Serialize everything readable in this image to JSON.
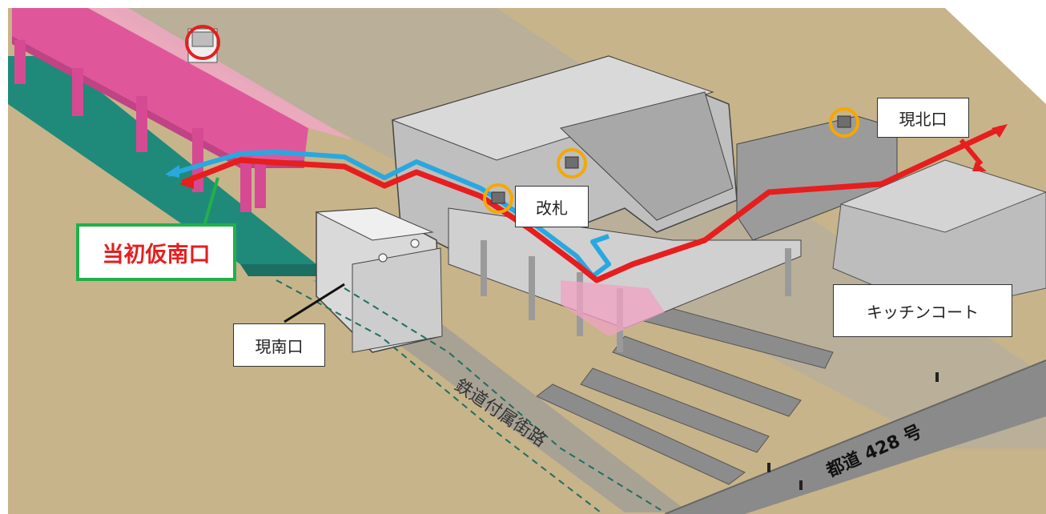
{
  "labels": {
    "initial_temp_south_exit": "当初仮南口",
    "ticket_gate": "改札",
    "current_north_exit": "現北口",
    "current_south_exit": "現南口",
    "kitchen_court": "キッチンコート",
    "railway_underpass": "鉄道付属街路",
    "metro_road": "都道 428 号"
  },
  "colors": {
    "route_initial": "#e61e1e",
    "route_current": "#29a8e0",
    "gate_marker": "#f5a800",
    "temp_exit_marker": "#e61e1e",
    "callout_border": "#22b04a",
    "elevated_track": "#e0569b"
  }
}
